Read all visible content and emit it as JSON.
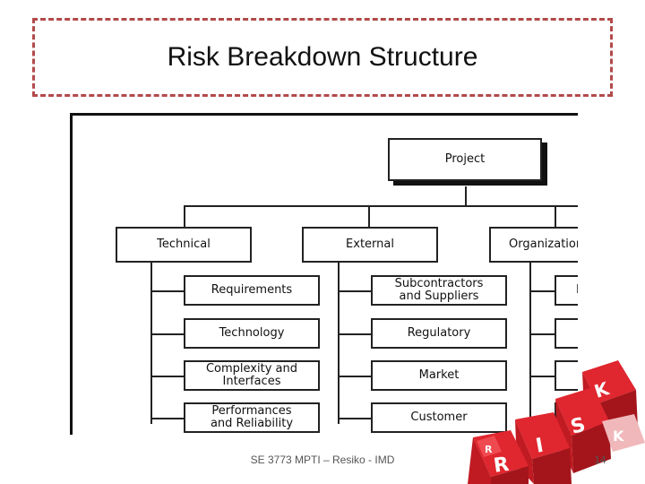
{
  "slide": {
    "title": "Risk Breakdown Structure",
    "footer": "SE 3773 MPTI – Resiko - IMD",
    "page_number": "14"
  },
  "diagram": {
    "root": "Project",
    "branches": [
      {
        "label": "Technical",
        "children": [
          "Requirements",
          "Technology",
          "Complexity and\nInterfaces",
          "Performances\nand Reliability"
        ]
      },
      {
        "label": "External",
        "children": [
          "Subcontractors\nand Suppliers",
          "Regulatory",
          "Market",
          "Customer"
        ]
      },
      {
        "label": "Organizational",
        "children": [
          "D",
          "",
          "",
          ""
        ]
      }
    ]
  },
  "decoration": {
    "cube_letters": [
      "R",
      "I",
      "S",
      "K"
    ],
    "cube_color": "#d8242c"
  }
}
